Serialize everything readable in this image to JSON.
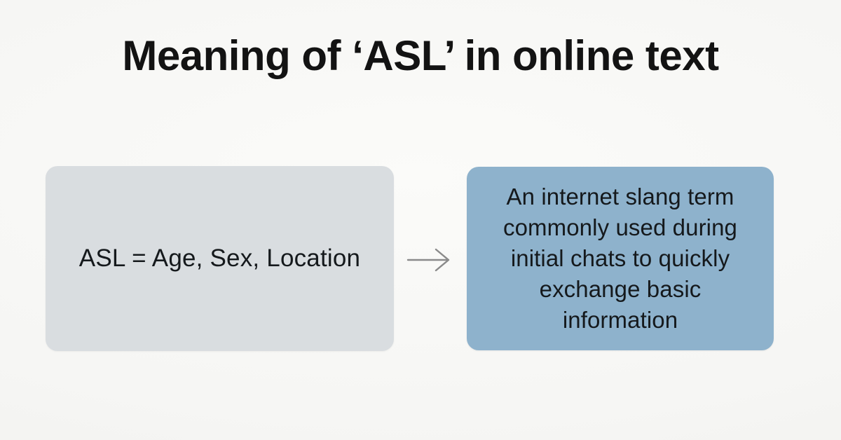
{
  "slide": {
    "background_color": "#f7f7f5",
    "title": "Meaning of ‘ASL’ in online text",
    "title_color": "#131313"
  },
  "diagram": {
    "type": "flow",
    "arrow_icon": "arrow-right-icon",
    "arrow_color": "#8a8a8a",
    "nodes": [
      {
        "id": "term",
        "role": "source",
        "text": "ASL = Age, Sex, Location",
        "fill_color": "#d9dde0",
        "text_color": "#15191c"
      },
      {
        "id": "definition",
        "role": "target",
        "text": "An internet slang term commonly used during initial chats to quickly exchange basic information",
        "lines": [
          "An internet slang term",
          "commonly used during",
          "initial chats to quickly",
          "exchange basic",
          "information"
        ],
        "fill_color": "#8eb2cc",
        "text_color": "#15191c"
      }
    ]
  }
}
